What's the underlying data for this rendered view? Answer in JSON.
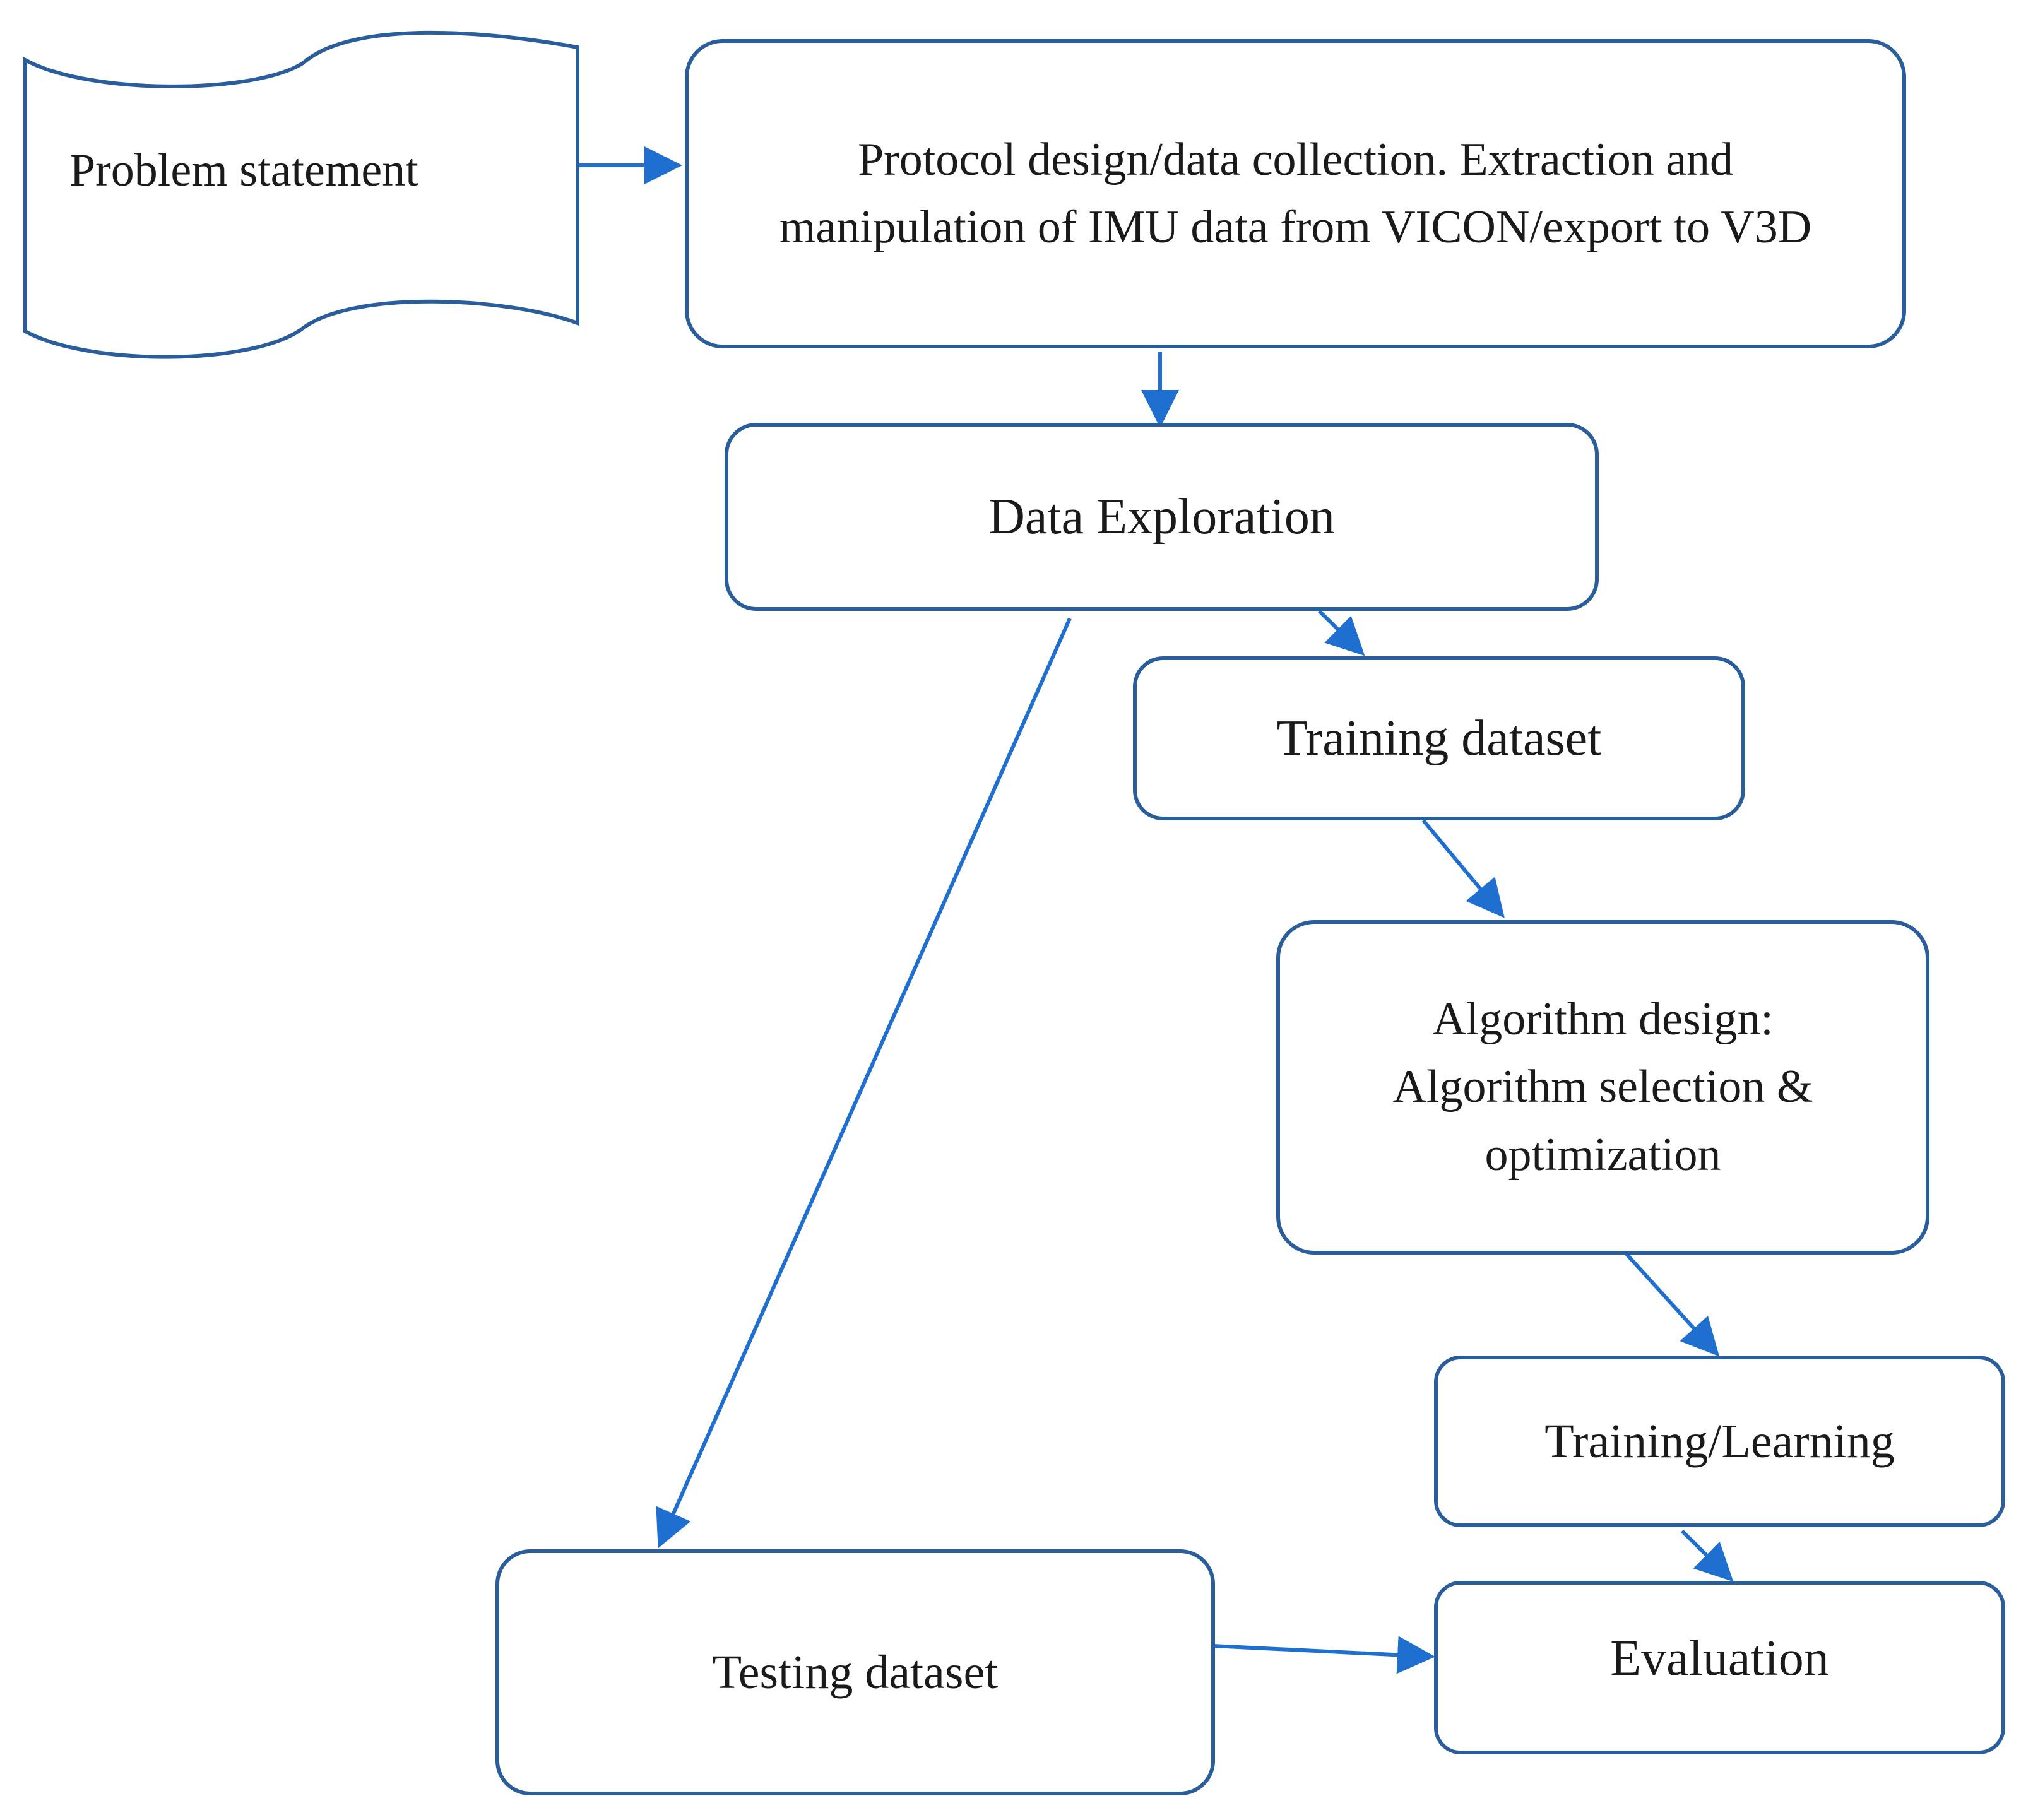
{
  "colors": {
    "box_border": "#2a5d9c",
    "arrow": "#1f6fd1",
    "text": "#1a1a1a",
    "background": "#ffffff"
  },
  "nodes": {
    "problem_statement": "Problem statement",
    "protocol_design": "Protocol design/data collection. Extraction and manipulation of IMU data from VICON/export to V3D",
    "data_exploration": "Data Exploration",
    "training_dataset": "Training dataset",
    "algorithm_design": "Algorithm design: Algorithm selection & optimization",
    "training_learning": "Training/Learning",
    "testing_dataset": "Testing dataset",
    "evaluation": "Evaluation"
  }
}
